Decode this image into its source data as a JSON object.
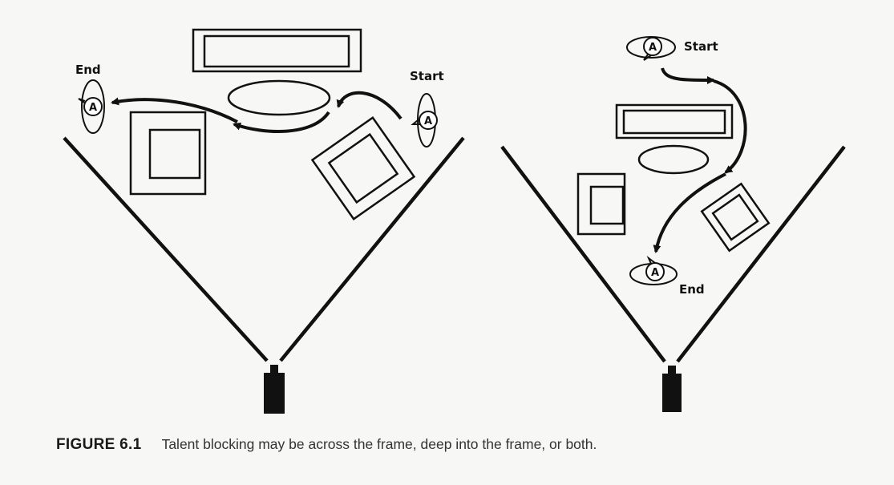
{
  "figure": {
    "left_panel": {
      "start_label": "Start",
      "end_label": "End",
      "talent_letter": "A"
    },
    "right_panel": {
      "start_label": "Start",
      "end_label": "End",
      "talent_letter": "A"
    }
  },
  "caption": {
    "label": "FIGURE 6.1",
    "text": "Talent blocking may be across the frame, deep into the frame, or both."
  },
  "colors": {
    "ink": "#111111",
    "paper": "#f7f7f5"
  }
}
